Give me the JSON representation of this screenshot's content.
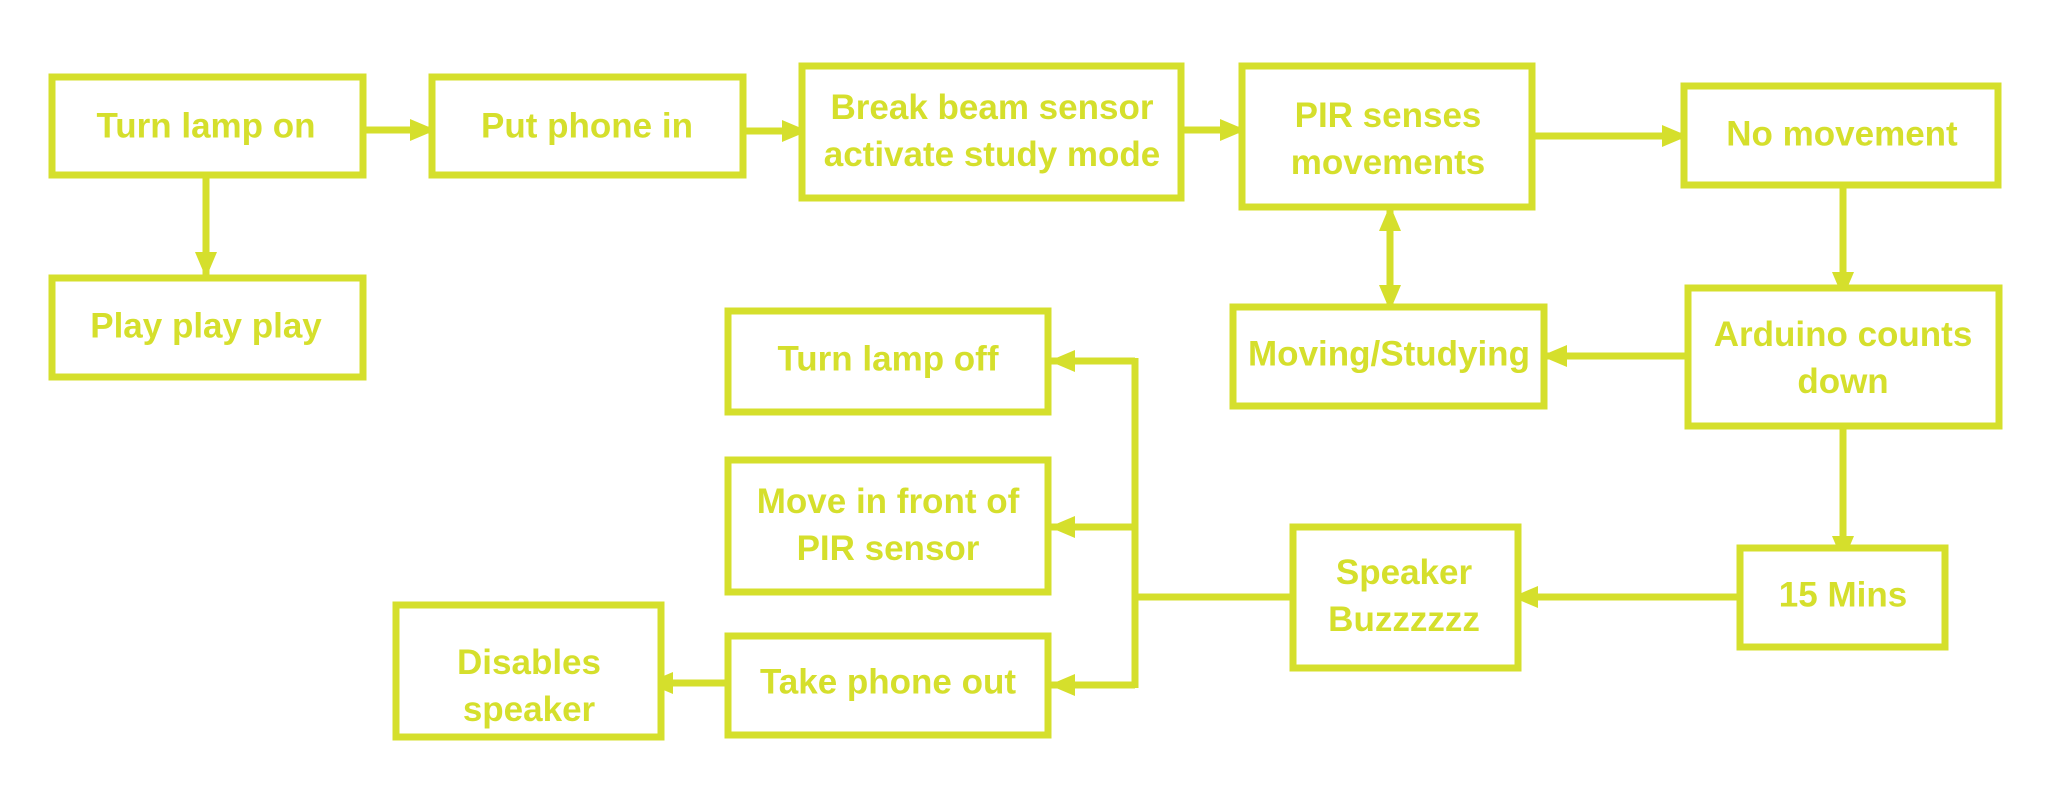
{
  "colors": {
    "stroke": "#d5df2c",
    "text": "#d5df2c",
    "background": "#ffffff"
  },
  "nodes": {
    "turn_lamp_on": [
      "Turn lamp on"
    ],
    "play": [
      "Play play play"
    ],
    "put_phone_in": [
      "Put phone in"
    ],
    "break_beam": [
      "Break beam sensor",
      "activate study mode"
    ],
    "pir_senses": [
      "PIR senses",
      "movements"
    ],
    "no_movement": [
      "No movement"
    ],
    "moving_studying": [
      "Moving/Studying"
    ],
    "arduino_counts": [
      "Arduino counts",
      "down"
    ],
    "fifteen_mins": [
      "15 Mins"
    ],
    "speaker_buzz": [
      "Speaker",
      "Buzzzzzz"
    ],
    "turn_lamp_off": [
      "Turn lamp off"
    ],
    "move_in_front": [
      "Move in front of",
      "PIR sensor"
    ],
    "take_phone_out": [
      "Take phone out"
    ],
    "disables_speaker": [
      "Disables",
      "speaker"
    ]
  }
}
